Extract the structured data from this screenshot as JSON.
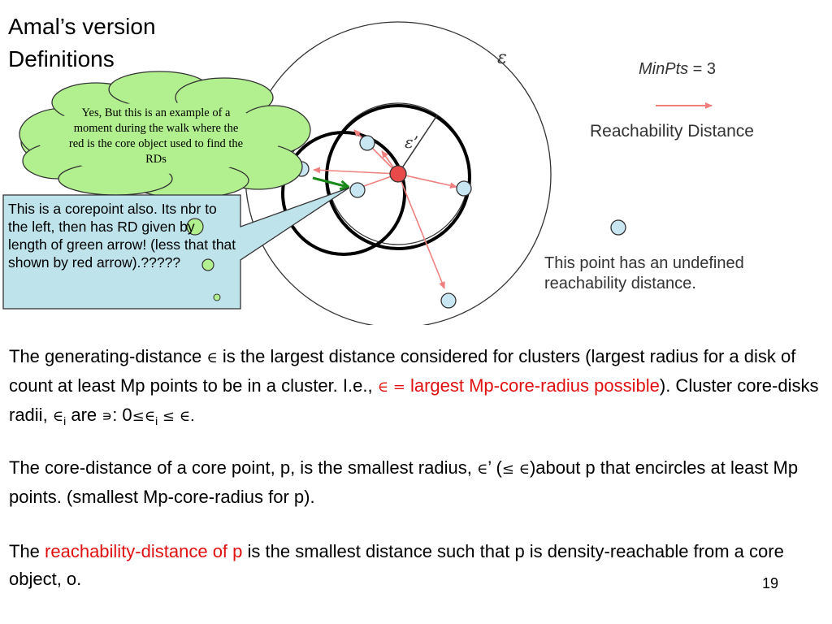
{
  "header": {
    "line1": "Amal’s version",
    "line2": "Definitions"
  },
  "cloud_note": "Yes, But this is an example of a moment during the walk where the red is the core object used to find the RDs",
  "callout_note": "This is a corepoint also. Its nbr to the left, then has RD given by length of green arrow!  (less that that shown by red arrow).?????",
  "legend": {
    "minpts_label": "MinPts",
    "minpts_value": " = 3",
    "reach_label": "Reachability Distance",
    "undefined_label": "This point has an undefined reachability distance."
  },
  "diagram": {
    "epsilon_label": "ε",
    "epsilon_prime_label": "ε’",
    "colors": {
      "core_point": "#e84a4a",
      "neighbor_point": "#c8e6f2",
      "reach_arrow": "#f08080",
      "green_arrow": "#1a8a1a",
      "cloud_fill": "#b2f08f",
      "callout_fill": "#bfe3ea"
    }
  },
  "paragraphs": {
    "p1_a": "The generating-distance ",
    "p1_sym1": "∈",
    "p1_b": " is the largest distance considered for clusters (largest radius for a disk of  count at least Mp points to be in a cluster.          I.e., ",
    "p1_sym2": "∈ =",
    "p1_red": " largest Mp-core-radius possible",
    "p1_c": "). Cluster core-disks radii, ",
    "p1_sym3": "∈",
    "p1_sub": "i",
    "p1_d": " are ",
    "p1_sym4": "∍",
    "p1_e": ": 0",
    "p1_sym5": "≤∈",
    "p1_sub2": "i",
    "p1_sym6": " ≤ ∈.",
    "p2_a": "The core-distance of a core point, p, is the smallest radius, ",
    "p2_sym1": "∈",
    "p2_b": "’ (",
    "p2_sym2": "≤ ∈",
    "p2_c": ")about p that encircles at least Mp points. (smallest Mp-core-radius for p).",
    "p3_a": "The ",
    "p3_red": "reachability-distance of p",
    "p3_b": " is the smallest distance such that p is density-reachable from a core object, o."
  },
  "page_number": "19"
}
